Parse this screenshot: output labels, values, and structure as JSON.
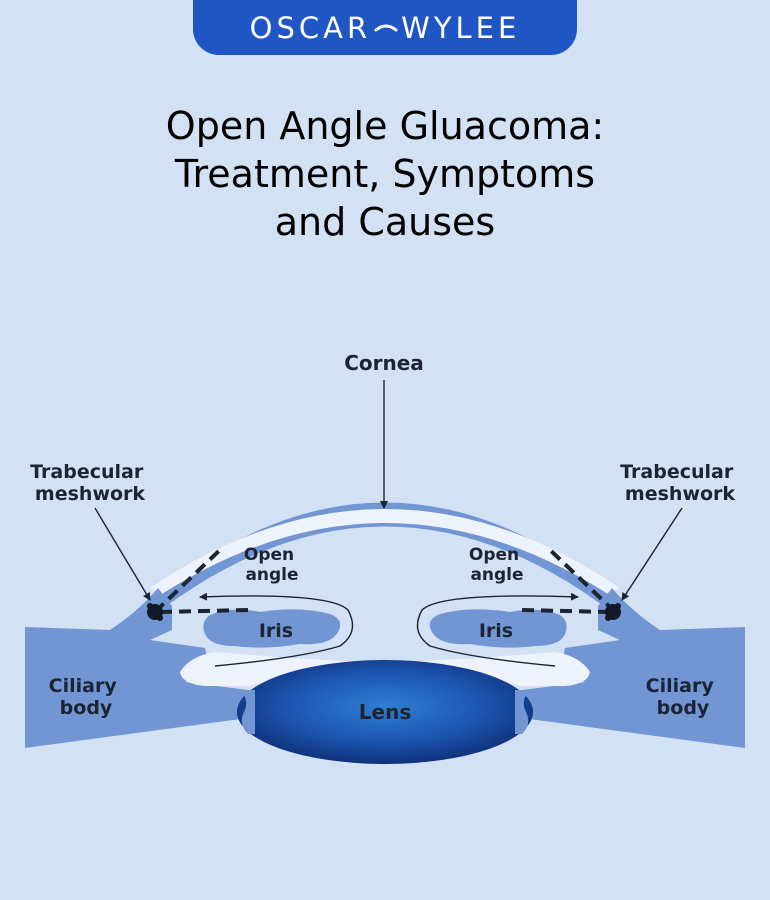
{
  "brand": {
    "left": "OSCAR",
    "right": "WYLEE"
  },
  "title": {
    "line1": "Open Angle Gluacoma:",
    "line2": "Treatment, Symptoms",
    "line3": "and Causes"
  },
  "labels": {
    "cornea": "Cornea",
    "trabecular_left": [
      "Trabecular",
      "meshwork"
    ],
    "trabecular_right": [
      "Trabecular",
      "meshwork"
    ],
    "open_angle_left": [
      "Open",
      "angle"
    ],
    "open_angle_right": [
      "Open",
      "angle"
    ],
    "iris_left": "Iris",
    "iris_right": "Iris",
    "ciliary_left": [
      "Ciliary",
      "body"
    ],
    "ciliary_right": [
      "Ciliary",
      "body"
    ],
    "lens": "Lens"
  },
  "colors": {
    "background": "#d3e1f4",
    "brand": "#1f56c4",
    "tissue": "#7196d3",
    "cornea_inner": "#eef3fb",
    "lens_center": "#2a73c9",
    "lens_edge": "#0d2a70",
    "text": "#1c2433"
  }
}
